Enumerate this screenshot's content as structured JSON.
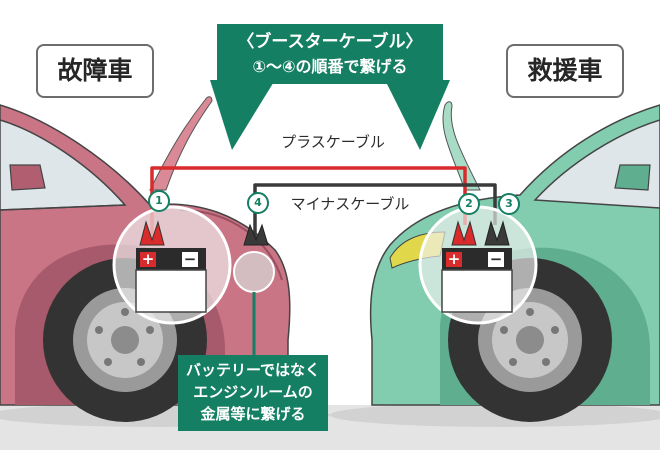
{
  "title": {
    "line1": "〈ブースターケーブル〉",
    "line2": "①〜④の順番で繋げる"
  },
  "cars": {
    "left_label": "故障車",
    "right_label": "救援車"
  },
  "cables": {
    "plus_label": "プラスケーブル",
    "minus_label": "マイナスケーブル"
  },
  "steps": [
    "1",
    "2",
    "3",
    "4"
  ],
  "note": {
    "line1": "バッテリーではなく",
    "line2": "エンジンルームの",
    "line3": "金属等に繋げる"
  },
  "battery": {
    "plus_sign": "+",
    "minus_sign": "−"
  },
  "colors": {
    "accent": "#157f63",
    "plus_cable": "#d92b2b",
    "minus_cable": "#3a3a3a",
    "left_car": "#c97585",
    "right_car": "#82ccaf"
  }
}
